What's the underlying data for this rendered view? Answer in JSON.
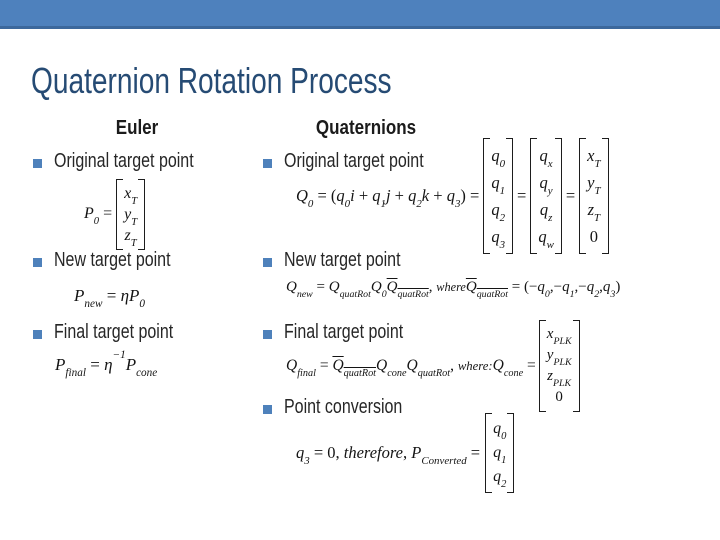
{
  "slide": {
    "title": "Quaternion Rotation Process",
    "colors": {
      "bar": "#4E81BD",
      "bar_edge": "#3C689C",
      "title": "#264B74",
      "bullet": "#4E81BB"
    }
  },
  "left": {
    "header": "Euler",
    "items": [
      {
        "label": "Original target point"
      },
      {
        "label": "New target point"
      },
      {
        "label": "Final target point"
      }
    ],
    "f1": {
      "lhs": [
        {
          "t": "P"
        },
        {
          "t": "0",
          "k": "sub"
        },
        {
          "t": " = ",
          "k": "rm"
        }
      ],
      "vec": [
        [
          {
            "t": "x"
          },
          {
            "t": "T",
            "k": "sub"
          }
        ],
        [
          {
            "t": "y"
          },
          {
            "t": "T",
            "k": "sub"
          }
        ],
        [
          {
            "t": "z"
          },
          {
            "t": "T",
            "k": "sub"
          }
        ]
      ]
    },
    "f2": [
      {
        "t": "P"
      },
      {
        "t": "new",
        "k": "sub"
      },
      {
        "t": " = ",
        "k": "rm"
      },
      {
        "t": "η"
      },
      {
        "t": "P"
      },
      {
        "t": "0",
        "k": "sub"
      }
    ],
    "f3": [
      {
        "t": "P"
      },
      {
        "t": "final",
        "k": "sub"
      },
      {
        "t": " = ",
        "k": "rm"
      },
      {
        "t": "η"
      },
      {
        "t": "−1",
        "k": "sup"
      },
      {
        "t": "P"
      },
      {
        "t": "cone",
        "k": "sub"
      }
    ]
  },
  "right": {
    "header": "Quaternions",
    "items": [
      {
        "label": "Original target point"
      },
      {
        "label": "New target point"
      },
      {
        "label": "Final target point"
      },
      {
        "label": "Point conversion"
      }
    ],
    "f1": {
      "lhs": [
        {
          "t": "Q"
        },
        {
          "t": "0",
          "k": "sub"
        },
        {
          "t": " = (",
          "k": "rm"
        },
        {
          "t": "q"
        },
        {
          "t": "0",
          "k": "sub"
        },
        {
          "t": "i"
        },
        {
          "t": " + ",
          "k": "rm"
        },
        {
          "t": "q"
        },
        {
          "t": "1",
          "k": "sub"
        },
        {
          "t": "j"
        },
        {
          "t": " + ",
          "k": "rm"
        },
        {
          "t": "q"
        },
        {
          "t": "2",
          "k": "sub"
        },
        {
          "t": "k"
        },
        {
          "t": " + ",
          "k": "rm"
        },
        {
          "t": "q"
        },
        {
          "t": "3",
          "k": "sub"
        },
        {
          "t": ") = ",
          "k": "rm"
        }
      ],
      "eq": "=",
      "vec1": [
        [
          {
            "t": "q"
          },
          {
            "t": "0",
            "k": "sub"
          }
        ],
        [
          {
            "t": "q"
          },
          {
            "t": "1",
            "k": "sub"
          }
        ],
        [
          {
            "t": "q"
          },
          {
            "t": "2",
            "k": "sub"
          }
        ],
        [
          {
            "t": "q"
          },
          {
            "t": "3",
            "k": "sub"
          }
        ]
      ],
      "vec2": [
        [
          {
            "t": "q"
          },
          {
            "t": "x",
            "k": "sub"
          }
        ],
        [
          {
            "t": "q"
          },
          {
            "t": "y",
            "k": "sub"
          }
        ],
        [
          {
            "t": "q"
          },
          {
            "t": "z",
            "k": "sub"
          }
        ],
        [
          {
            "t": "q"
          },
          {
            "t": "w",
            "k": "sub"
          }
        ]
      ],
      "vec3": [
        [
          {
            "t": "x"
          },
          {
            "t": "T",
            "k": "sub"
          }
        ],
        [
          {
            "t": "y"
          },
          {
            "t": "T",
            "k": "sub"
          }
        ],
        [
          {
            "t": "z"
          },
          {
            "t": "T",
            "k": "sub"
          }
        ],
        [
          {
            "t": "0",
            "k": "rm"
          }
        ]
      ]
    },
    "f2": [
      {
        "t": "Q"
      },
      {
        "t": "new",
        "k": "sub"
      },
      {
        "t": " = ",
        "k": "rm"
      },
      {
        "t": "Q"
      },
      {
        "t": "quatRot",
        "k": "sub"
      },
      {
        "t": "Q"
      },
      {
        "t": "0",
        "k": "sub"
      },
      {
        "k": "over",
        "toks": [
          {
            "t": "Q"
          },
          {
            "t": "quatRot",
            "k": "sub"
          }
        ]
      },
      {
        "t": ", ",
        "k": "rm"
      },
      {
        "t": "where",
        "k": "small"
      },
      {
        "k": "over",
        "toks": [
          {
            "t": "Q"
          },
          {
            "t": "quatRot",
            "k": "sub"
          }
        ]
      },
      {
        "t": " = (−",
        "k": "rm"
      },
      {
        "t": "q"
      },
      {
        "t": "0",
        "k": "sub"
      },
      {
        "t": ",−",
        "k": "rm"
      },
      {
        "t": "q"
      },
      {
        "t": "1",
        "k": "sub"
      },
      {
        "t": ",−",
        "k": "rm"
      },
      {
        "t": "q"
      },
      {
        "t": "2",
        "k": "sub"
      },
      {
        "t": ",",
        "k": "rm"
      },
      {
        "t": "q"
      },
      {
        "t": "3",
        "k": "sub"
      },
      {
        "t": ")",
        "k": "rm"
      }
    ],
    "f3": {
      "lhs": [
        {
          "t": "Q"
        },
        {
          "t": "final",
          "k": "sub"
        },
        {
          "t": " = ",
          "k": "rm"
        },
        {
          "k": "over",
          "toks": [
            {
              "t": "Q"
            },
            {
              "t": "quatRot",
              "k": "sub"
            }
          ]
        },
        {
          "t": "Q"
        },
        {
          "t": "cone",
          "k": "sub"
        },
        {
          "t": "Q"
        },
        {
          "t": "quatRot",
          "k": "sub"
        },
        {
          "t": ", ",
          "k": "rm"
        },
        {
          "t": "where:",
          "k": "small"
        },
        {
          "t": "Q"
        },
        {
          "t": "cone",
          "k": "sub"
        },
        {
          "t": " = ",
          "k": "rm"
        }
      ],
      "vec": [
        [
          {
            "t": "x"
          },
          {
            "t": "PLK",
            "k": "sub"
          }
        ],
        [
          {
            "t": "y"
          },
          {
            "t": "PLK",
            "k": "sub"
          }
        ],
        [
          {
            "t": "z"
          },
          {
            "t": "PLK",
            "k": "sub"
          }
        ],
        [
          {
            "t": "0",
            "k": "rm"
          }
        ]
      ]
    },
    "f4": {
      "lhs": [
        {
          "t": "q"
        },
        {
          "t": "3",
          "k": "sub"
        },
        {
          "t": " = 0, ",
          "k": "rm"
        },
        {
          "t": "therefore"
        },
        {
          "t": ", ",
          "k": "rm"
        },
        {
          "t": "P"
        },
        {
          "t": "Converted",
          "k": "sub"
        },
        {
          "t": " = ",
          "k": "rm"
        }
      ],
      "vec": [
        [
          {
            "t": "q"
          },
          {
            "t": "0",
            "k": "sub"
          }
        ],
        [
          {
            "t": "q"
          },
          {
            "t": "1",
            "k": "sub"
          }
        ],
        [
          {
            "t": "q"
          },
          {
            "t": "2",
            "k": "sub"
          }
        ]
      ]
    }
  }
}
